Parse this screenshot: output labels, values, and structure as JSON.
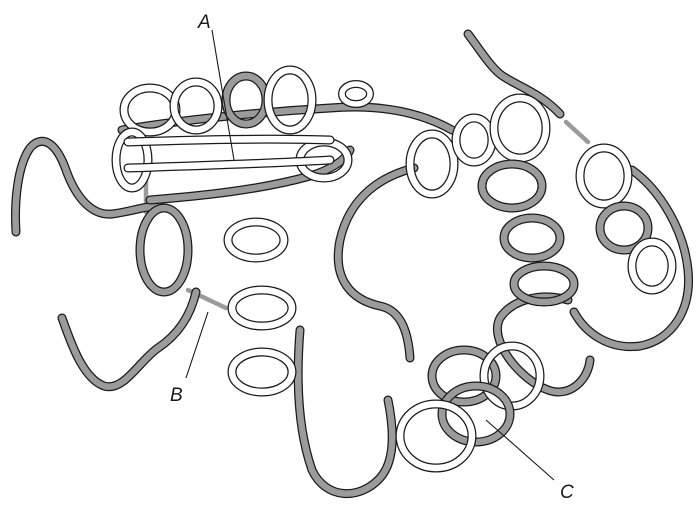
{
  "labels": {
    "a": "A",
    "b": "B",
    "c": "C"
  },
  "colors": {
    "ribbon_front": "#ffffff",
    "ribbon_back": "#9b9b9b",
    "outline": "#1a1a1a"
  }
}
